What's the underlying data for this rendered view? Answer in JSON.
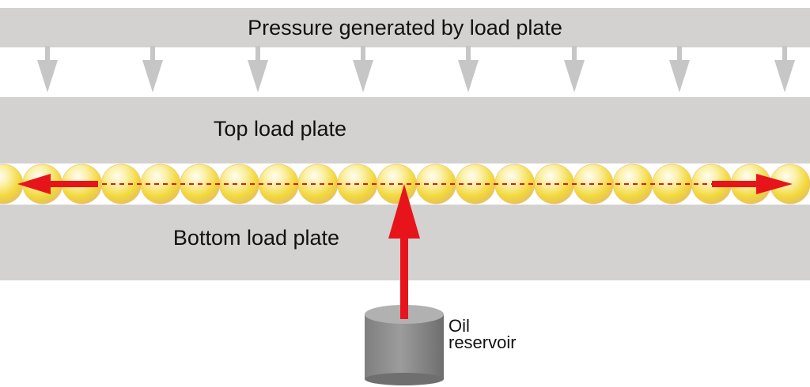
{
  "labels": {
    "pressure": "Pressure generated by load plate",
    "top_plate": "Top load plate",
    "bottom_plate": "Bottom load plate",
    "oil_line1": "Oil",
    "oil_line2": "reservoir"
  },
  "diagram": {
    "pressure_arrow_count": 8,
    "bead_count": 21,
    "colors": {
      "plate": "#d3d2d1",
      "pressure_arrow": "#c6c6c6",
      "bead_fill": "#f3d93a",
      "bead_highlight": "#fffbe0",
      "bead_rim": "#e9c36a",
      "flow_arrow": "#e8141b",
      "reservoir": "#8f8f8f"
    }
  }
}
